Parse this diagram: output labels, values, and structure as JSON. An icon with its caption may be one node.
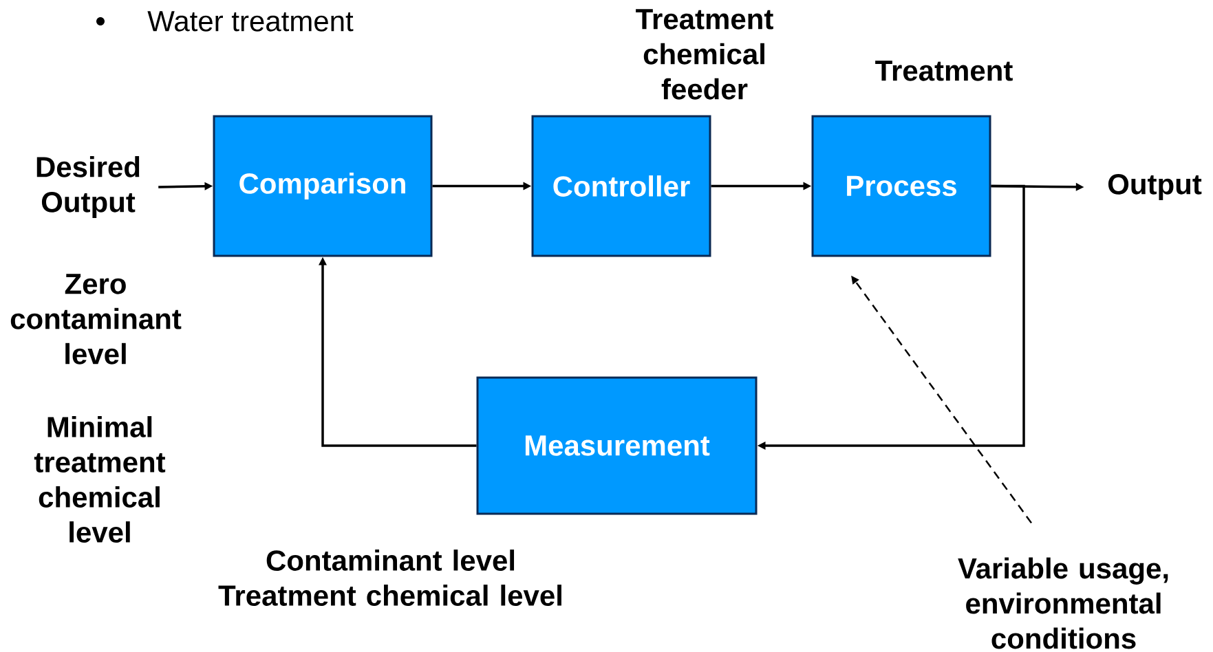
{
  "diagram": {
    "nodes": [
      {
        "text": [
          "Desired Output"
        ]
      },
      {
        "text": [
          "Comparison"
        ]
      },
      {
        "text": [
          "Controller"
        ],
        "beside": [
          "Treatment chemical feeder"
        ]
      },
      {
        "text": [
          "Process"
        ],
        "beside": [
          "Treatment"
        ]
      },
      {
        "text": [
          "Output"
        ]
      },
      {
        "text": [
          "Measurement"
        ],
        "beside": [
          "Contaminant level Treatment chemical level"
        ]
      },
      {
        "text": [
          "Variable usage, environmental conditions"
        ]
      }
    ],
    "edges": [
      {
        "from": 0,
        "to": 1,
        "arrow": "to"
      },
      {
        "from": 1,
        "to": 2,
        "arrow": "to"
      },
      {
        "from": 2,
        "to": 3,
        "arrow": "to"
      },
      {
        "from": 3,
        "to": 4,
        "arrow": "to"
      },
      {
        "from": 3,
        "to": 5,
        "arrow": "to"
      },
      {
        "from": 5,
        "to": 1,
        "arrow": "to"
      },
      {
        "from": 6,
        "to": 3,
        "arrow": "to",
        "style": "dashed"
      }
    ],
    "labels": [
      "Water treatment",
      "Zero contaminant level",
      "Minimal treatment chemical level"
    ]
  }
}
